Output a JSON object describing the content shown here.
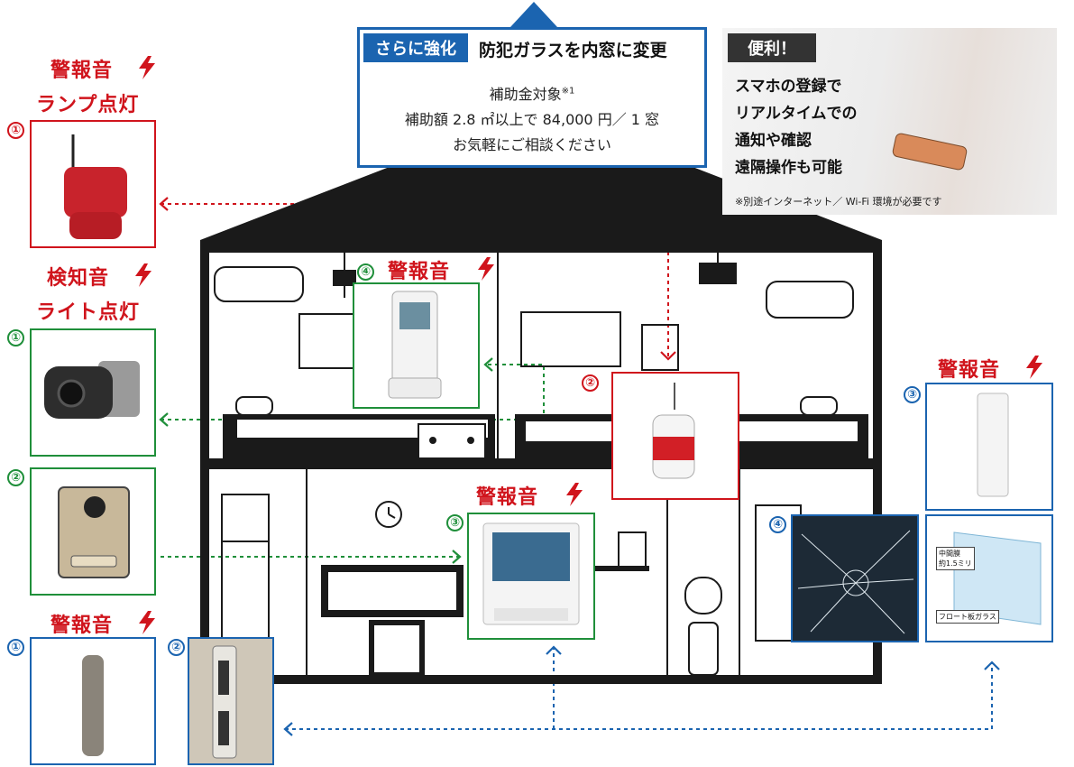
{
  "callout": {
    "tag": "さらに強化",
    "title": "防犯ガラスを内窓に変更",
    "line1": "補助金対象",
    "line1_sup": "※1",
    "line2": "補助額 2.8 ㎡以上で 84,000 円／ 1 窓",
    "line3": "お気軽にご相談ください"
  },
  "promo": {
    "tag": "便利！",
    "lines": [
      "スマホの登録で",
      "リアルタイムでの",
      "通知や確認",
      "遠隔操作も可能"
    ],
    "note": "※別途インターネット／ Wi-Fi 環境が必要です"
  },
  "left_column": {
    "alarm_heading_top": "警報音",
    "alarm_heading_sub": "ランプ点灯",
    "detect_heading": "検知音",
    "detect_heading_sub": "ライト点灯",
    "alarm_heading_bottom": "警報音",
    "num_siren": "①",
    "num_camera": "①",
    "num_doorphone": "②",
    "num_sensor": "①",
    "num_door": "②"
  },
  "center": {
    "handset_heading": "警報音",
    "handset_num": "④",
    "monitor_heading": "警報音",
    "monitor_num": "③",
    "alarm_num": "②",
    "glass_num": "④"
  },
  "right_column": {
    "heading": "警報音",
    "sensor_num": "③",
    "glass_label_top1": "中間膜",
    "glass_label_top2": "約1.5ミリ",
    "glass_label_bottom": "フロート板ガラス"
  },
  "colors": {
    "red": "#d0141c",
    "green": "#1f8f3a",
    "blue": "#1b64b0",
    "house": "#1a1a1a"
  }
}
